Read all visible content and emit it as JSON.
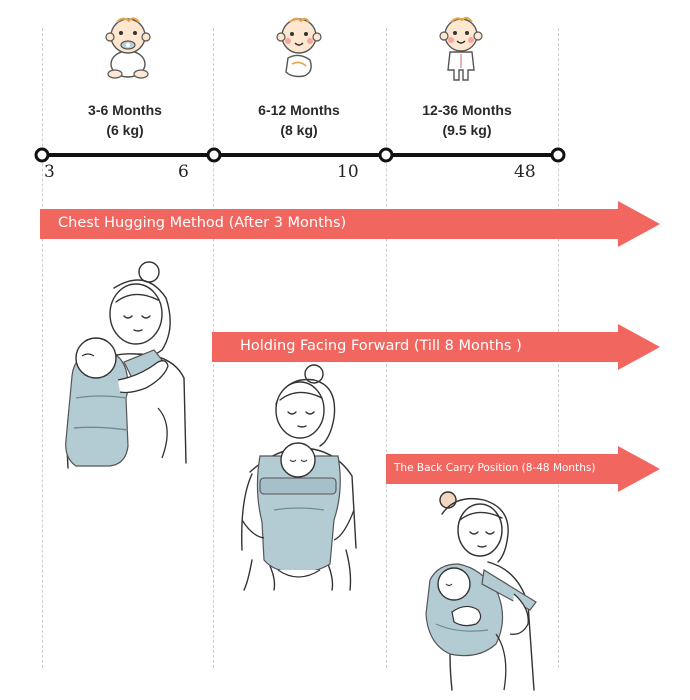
{
  "stages": [
    {
      "months": "3-6 Months",
      "weight": "(6 kg)"
    },
    {
      "months": "6-12 Months",
      "weight": "(8 kg)"
    },
    {
      "months": "12-36 Months",
      "weight": "(9.5 kg)"
    }
  ],
  "timeline_ticks": [
    "3",
    "6",
    "10",
    "48"
  ],
  "arrows": [
    {
      "label": "Chest Hugging Method   (After 3 Months)"
    },
    {
      "label": "Holding Facing Forward  (Till 8 Months )"
    },
    {
      "label": "The Back Carry Position (8-48 Months)"
    }
  ],
  "colors": {
    "arrow": "#f26660",
    "carrier": "#b3cbd3",
    "timeline": "#111111",
    "skin": "#fbe3c9",
    "hair": "#e8a64a"
  },
  "icons": [
    "baby-with-pacifier-icon",
    "baby-sitting-icon",
    "baby-standing-icon"
  ]
}
